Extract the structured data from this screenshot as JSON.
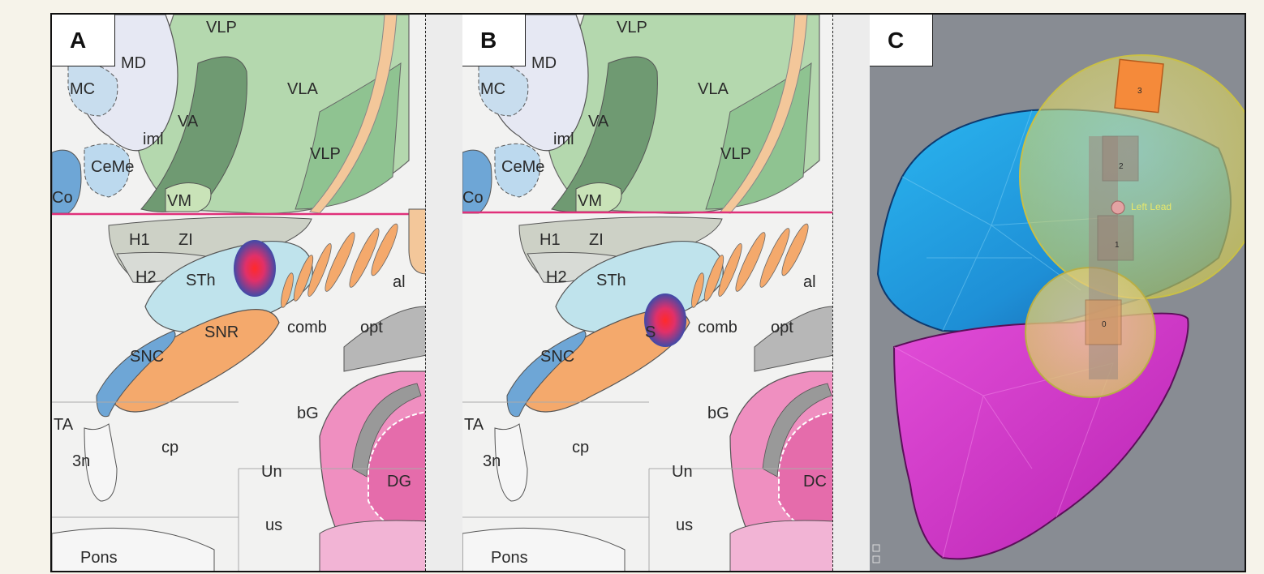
{
  "panels": {
    "a": {
      "label": "A",
      "regions": {
        "vlp_top": "VLP",
        "md": "MD",
        "mc": "MC",
        "vla": "VLA",
        "va": "VA",
        "iml": "iml",
        "vlp_mid": "VLP",
        "ceme": "CeMe",
        "co": "Co",
        "vm": "VM",
        "h1": "H1",
        "zi": "ZI",
        "h2": "H2",
        "sth": "STh",
        "al": "al",
        "snr": "SNR",
        "comb": "comb",
        "opt": "opt",
        "snc": "SNC",
        "bg": "bG",
        "ta": "TA",
        "cp": "cp",
        "un": "Un",
        "dg": "DG",
        "threen": "3n",
        "us": "us",
        "pons": "Pons"
      }
    },
    "b": {
      "label": "B",
      "regions": {
        "vlp_top": "VLP",
        "md": "MD",
        "mc": "MC",
        "vla": "VLA",
        "va": "VA",
        "iml": "iml",
        "vlp_mid": "VLP",
        "ceme": "CeMe",
        "co": "Co",
        "vm": "VM",
        "h1": "H1",
        "zi": "ZI",
        "h2": "H2",
        "sth": "STh",
        "al": "al",
        "sn_partial": "S",
        "comb": "comb",
        "opt": "opt",
        "snc": "SNC",
        "bg": "bG",
        "ta": "TA",
        "cp": "cp",
        "un": "Un",
        "dg": "DC",
        "threen": "3n",
        "us": "us",
        "pons": "Pons"
      }
    },
    "c": {
      "label": "C",
      "lead_label": "Left Lead",
      "contacts": [
        "3",
        "2",
        "1",
        "0"
      ]
    }
  },
  "colors": {
    "thalamus_green": "#a9cfa4",
    "va_dark_green": "#6f9a72",
    "sth_light_blue": "#bfe3ec",
    "snr_orange": "#f4a96c",
    "snc_blue": "#6ea6d6",
    "pink_section_line": "#e0307a",
    "stim_center": "#ff2a2a",
    "stim_edge": "#3f4aa8",
    "model_blue": "#2aa7e6",
    "model_magenta": "#d23cc9",
    "model_yellow_sphere": "#e9e26a",
    "lead_orange": "#f58a3a",
    "background_gray": "#888c93"
  }
}
